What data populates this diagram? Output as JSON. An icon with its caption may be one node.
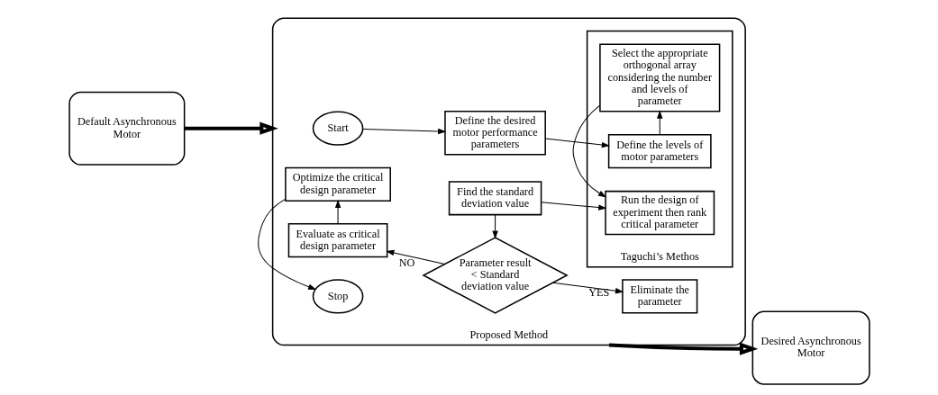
{
  "diagram": {
    "nodes": [
      {
        "text": [
          "Default Asynchronous Motor"
        ]
      },
      {
        "text": [
          "Proposed Method"
        ]
      },
      {
        "text": [
          "Start"
        ],
        "in": 1
      },
      {
        "text": [
          "Define the desired motor performance parameters"
        ],
        "in": 1
      },
      {
        "text": [
          "Taguchi’s Methos"
        ],
        "in": 1
      },
      {
        "text": [
          "Define the levels of motor parameters"
        ],
        "in": 4
      },
      {
        "text": [
          "Select the appropriate orthogonal array considering the number and levels of parameter"
        ],
        "in": 4
      },
      {
        "text": [
          "Run the design of experiment then rank critical parameter"
        ],
        "in": 4
      },
      {
        "text": [
          "Evaluate as critical design parameter"
        ],
        "in": 1
      },
      {
        "text": [
          "Parameter result < Standard deviation value"
        ],
        "in": 1
      },
      {
        "text": [
          "Eliminate the parameter"
        ],
        "in": 1
      },
      {
        "text": [
          "Optimize the critical design parameter"
        ],
        "in": 1
      },
      {
        "text": [
          "Find the standard deviation value"
        ],
        "in": 1
      },
      {
        "text": [
          "Stop"
        ],
        "in": 1
      },
      {
        "text": [
          "Desired Asynchronous Motor"
        ]
      }
    ],
    "edges": [
      {
        "from": 2,
        "to": 3,
        "arrow": "to"
      },
      {
        "from": 3,
        "to": 5,
        "arrow": "to"
      },
      {
        "from": 5,
        "to": 6,
        "arrow": "to"
      },
      {
        "from": 6,
        "to": 7,
        "arrow": "to"
      },
      {
        "from": 12,
        "to": 7,
        "arrow": "to"
      },
      {
        "from": 12,
        "to": 9,
        "arrow": "to"
      },
      {
        "from": 9,
        "to": 8,
        "arrow": "to",
        "label": "NO"
      },
      {
        "from": 9,
        "to": 10,
        "arrow": "to",
        "label": "YES"
      },
      {
        "from": 8,
        "to": 11,
        "arrow": "to"
      },
      {
        "from": 11,
        "to": 13,
        "arrow": "to"
      },
      {
        "from": 0,
        "to": 1,
        "arrow": "to",
        "style": "thick"
      },
      {
        "from": 1,
        "to": 14,
        "arrow": "to",
        "style": "thick"
      }
    ]
  }
}
